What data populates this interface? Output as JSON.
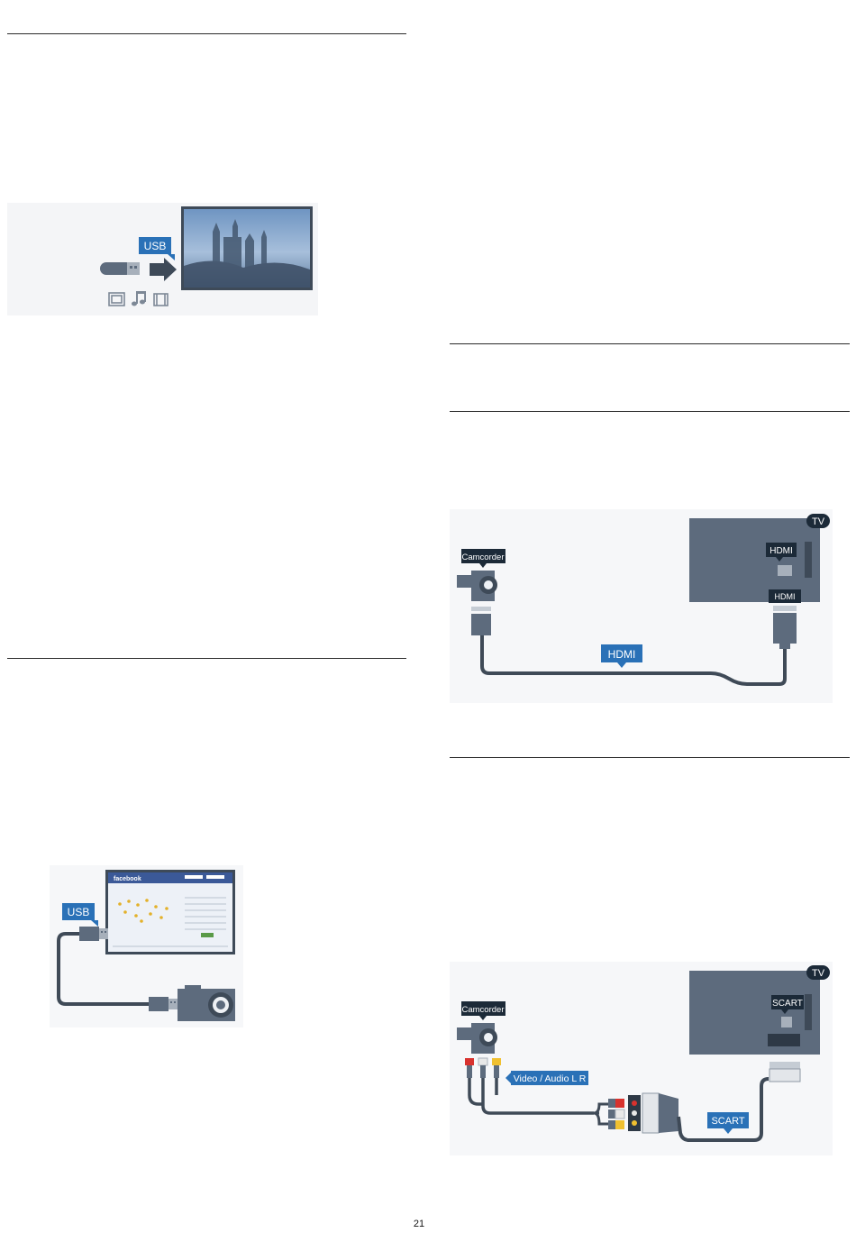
{
  "page": {
    "number": "21"
  },
  "colors": {
    "tv_body": "#5d6b7d",
    "label_blue": "#2a71b7",
    "label_dark": "#1c2a38",
    "cable": "#3f4a57",
    "plug": "#5d6b7d",
    "rca_red": "#d8322e",
    "rca_white": "#e8e8e8",
    "rca_yellow": "#f0c030"
  },
  "illustrations": {
    "usb_media": {
      "tag": "USB",
      "icons": [
        "photo-icon",
        "music-note-icon",
        "film-icon"
      ]
    },
    "usb_camera": {
      "tag": "USB",
      "browser_brand": "facebook"
    },
    "hdmi_camcorder": {
      "device_tag": "Camcorder",
      "tv_tag": "TV",
      "tv_port_tag": "HDMI",
      "plug_tag": "HDMI",
      "cable_tag": "HDMI"
    },
    "scart_camcorder": {
      "device_tag": "Camcorder",
      "tv_tag": "TV",
      "tv_port_tag": "SCART",
      "cable_tag_av": "Video / Audio L R",
      "cable_tag_scart": "SCART"
    }
  }
}
